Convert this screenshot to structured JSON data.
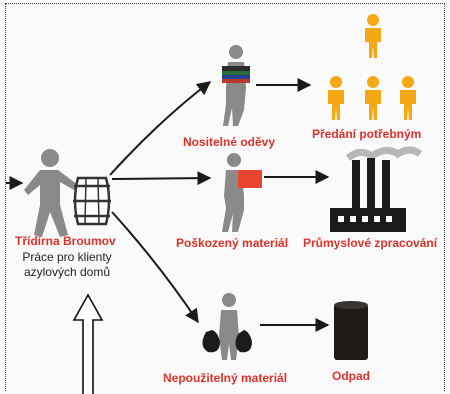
{
  "diagram": {
    "source": {
      "title": "Třídírna Broumov",
      "subtitle_line1": "Práce pro klienty",
      "subtitle_line2": "azylových domů"
    },
    "branches": [
      {
        "category": "Nositelné oděvy",
        "destination": "Předání potřebným"
      },
      {
        "category": "Poškozený materiál",
        "destination": "Průmyslové zpracování"
      },
      {
        "category": "Nepoužitelný materiál",
        "destination": "Odpad"
      }
    ],
    "colors": {
      "label_red": "#e0312a",
      "figure_gray": "#8a8a8a",
      "recipient_orange": "#f5a814",
      "arrow_dark": "#1a1a1a"
    }
  }
}
